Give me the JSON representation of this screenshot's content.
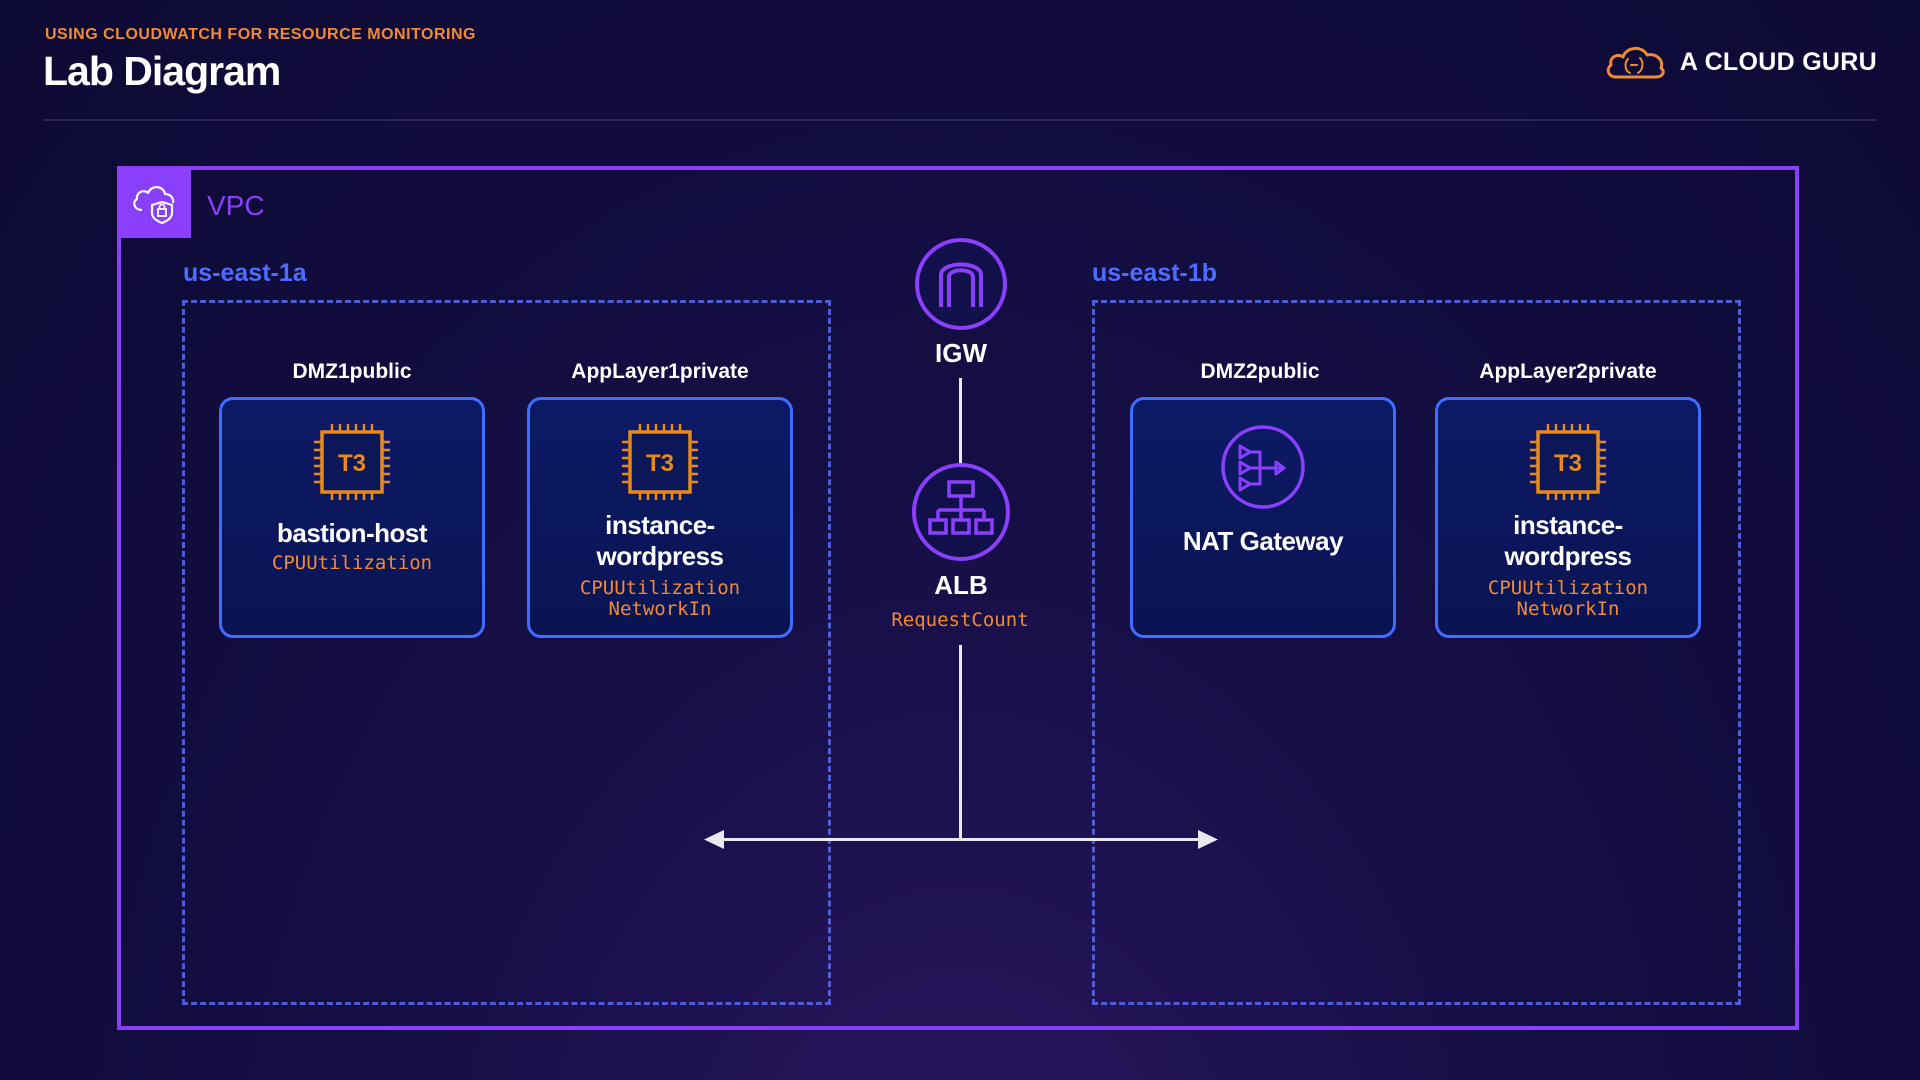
{
  "header": {
    "subtitle": "USING CLOUDWATCH FOR RESOURCE MONITORING",
    "title": "Lab Diagram",
    "brand": "A CLOUD GURU"
  },
  "colors": {
    "accent_orange": "#f08a36",
    "vpc_purple": "#8a3ffc",
    "az_blue": "#4e6cff",
    "card_border": "#3f6dff",
    "chip_orange": "#e8891c"
  },
  "vpc": {
    "label": "VPC",
    "icon": "vpc-cloud-shield-icon"
  },
  "zones": [
    {
      "label": "us-east-1a"
    },
    {
      "label": "us-east-1b"
    }
  ],
  "subnets": {
    "dmz1": {
      "label": "DMZ1public",
      "icon": "ec2-t3-chip-icon",
      "name": "bastion-host",
      "metric1": "CPUUtilization"
    },
    "app1": {
      "label": "AppLayer1private",
      "icon": "ec2-t3-chip-icon",
      "chip": "T3",
      "name": "instance-wordpress",
      "name_line1": "instance-",
      "name_line2": "wordpress",
      "metric1": "CPUUtilization",
      "metric2": "NetworkIn"
    },
    "dmz2": {
      "label": "DMZ2public",
      "icon": "nat-gateway-icon",
      "name": "NAT Gateway"
    },
    "app2": {
      "label": "AppLayer2private",
      "icon": "ec2-t3-chip-icon",
      "chip": "T3",
      "name_line1": "instance-",
      "name_line2": "wordpress",
      "metric1": "CPUUtilization",
      "metric2": "NetworkIn"
    }
  },
  "chip_text": "T3",
  "igw": {
    "label": "IGW",
    "icon": "internet-gateway-icon"
  },
  "alb": {
    "label": "ALB",
    "metric": "RequestCount",
    "icon": "load-balancer-icon"
  }
}
